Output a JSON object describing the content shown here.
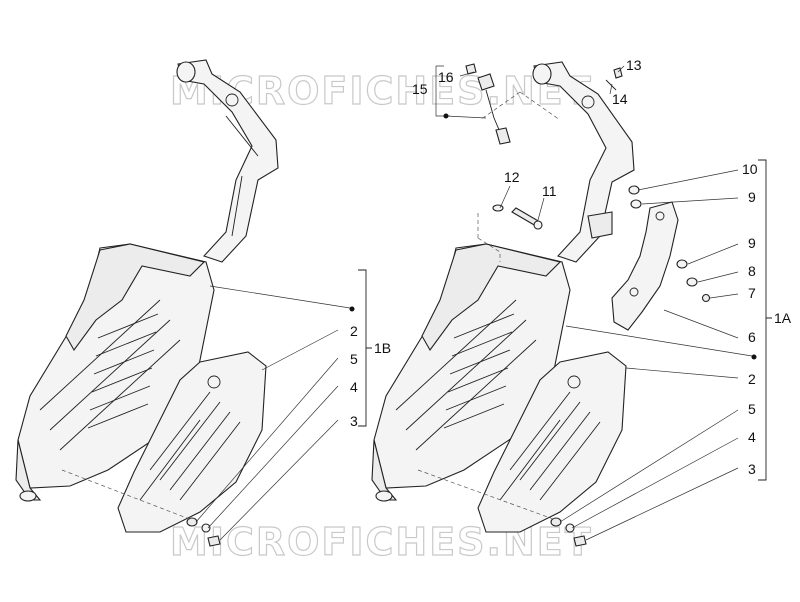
{
  "watermark_top": "MICROFICHES.NET",
  "watermark_bottom": "MICROFICHES.NET",
  "labels": {
    "l1B": "1B",
    "l1A": "1A",
    "left_2": "2",
    "left_5": "5",
    "left_4": "4",
    "left_3": "3",
    "r13": "13",
    "r14": "14",
    "r15": "15",
    "r16": "16",
    "r10": "10",
    "r9a": "9",
    "r12": "12",
    "r11": "11",
    "r9b": "9",
    "r8": "8",
    "r7": "7",
    "r6": "6",
    "r2": "2",
    "r5": "5",
    "r4": "4",
    "r3": "3"
  }
}
